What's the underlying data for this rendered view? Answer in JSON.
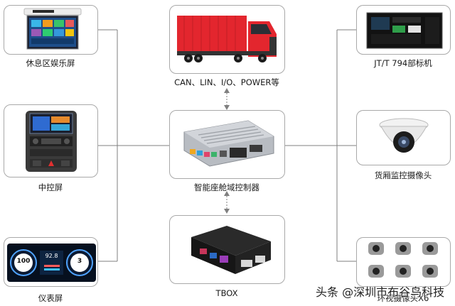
{
  "nodes": {
    "rest_screen": "休息区娱乐屏",
    "center_console": "中控屏",
    "instrument_panel": "仪表屏",
    "truck_signals": "CAN、LIN、I/O、POWER等",
    "domain_controller": "智能座舱域控制器",
    "tbox": "TBOX",
    "jt794": "JT/T 794部标机",
    "cargo_camera": "货厢监控摄像头",
    "surround_camera": "环视摄像头X6"
  },
  "gauges": {
    "left_value": "100",
    "right_value": "3",
    "center_value": "92.8"
  },
  "watermark": "头条 @深圳市布谷鸟科技",
  "colors": {
    "line": "#7f7f7f",
    "box_border": "#a9a9a9",
    "truck_red": "#e3262e"
  }
}
